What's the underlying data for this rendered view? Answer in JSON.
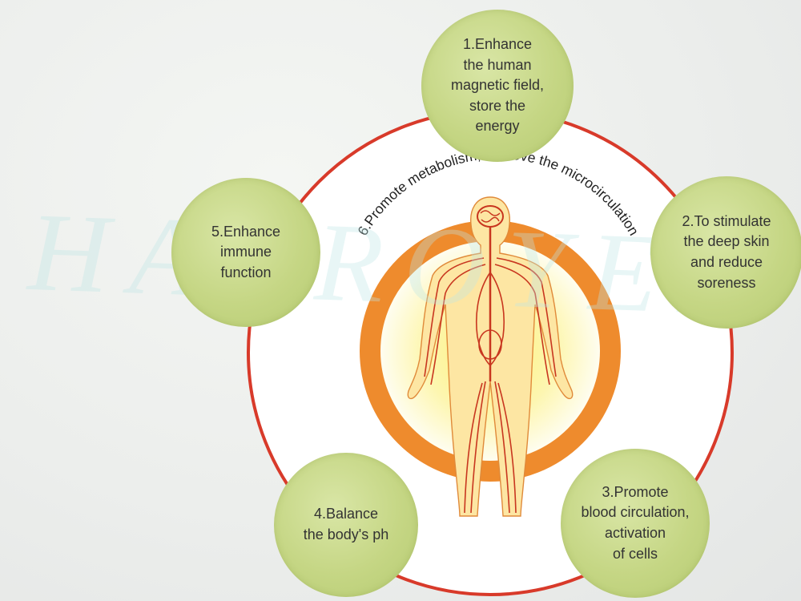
{
  "watermark": "HANROYER",
  "center_arc_text": "6.Promote metabolism, improve the microcirculation",
  "benefits": [
    {
      "label": "1.Enhance\nthe human\nmagnetic field,\nstore the\nenergy"
    },
    {
      "label": "2.To stimulate\nthe deep skin\nand reduce\nsoreness"
    },
    {
      "label": "3.Promote\nblood circulation,\nactivation\nof cells"
    },
    {
      "label": "4.Balance\nthe body's ph"
    },
    {
      "label": "5.Enhance\nimmune\nfunction"
    }
  ],
  "colors": {
    "outer_ring": "#d83a2a",
    "inner_ring": "#ee8b2d",
    "bubble": "#c5d684",
    "body_fill": "#fde6a3",
    "vessels": "#c8361f",
    "glow": "#fdf27a"
  }
}
